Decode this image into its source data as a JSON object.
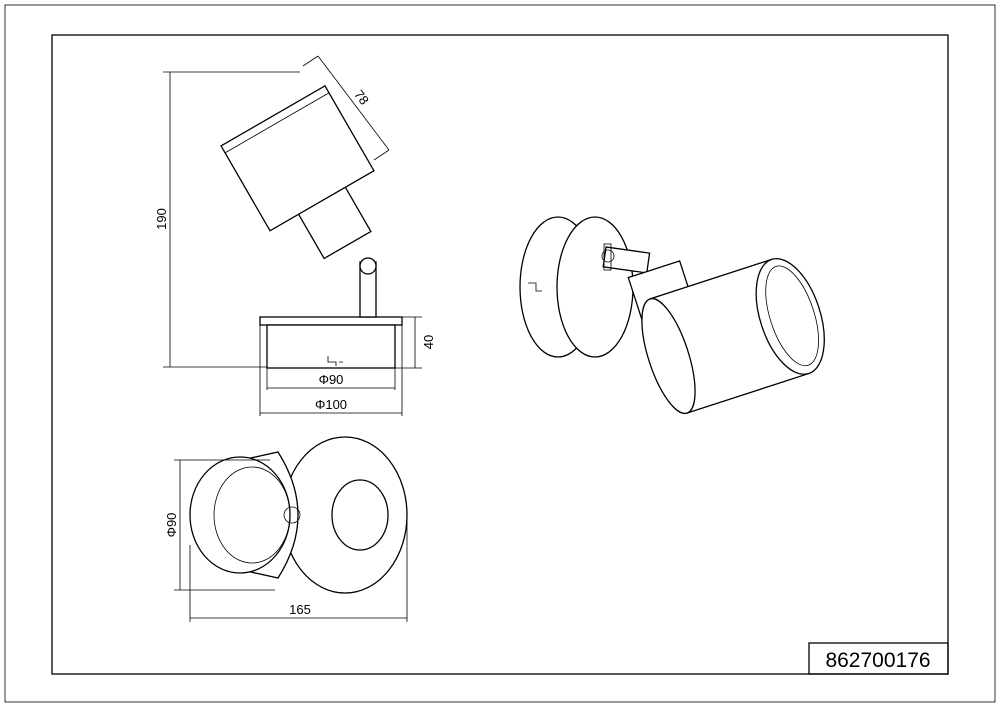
{
  "dimensions": {
    "shade_depth": "78",
    "total_height": "190",
    "base_height": "40",
    "inner_diameter": "Φ90",
    "base_diameter": "Φ100",
    "shade_diameter": "Φ90",
    "total_length": "165"
  },
  "article_number": "862700176"
}
